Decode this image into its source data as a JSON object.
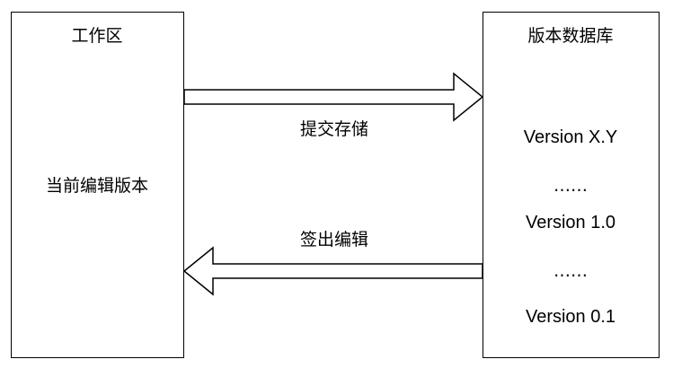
{
  "workspace": {
    "title": "工作区",
    "content": "当前编辑版本"
  },
  "repository": {
    "title": "版本数据库",
    "versions": [
      "Version X.Y",
      "……",
      "Version 1.0",
      "……",
      "Version 0.1"
    ]
  },
  "arrows": {
    "commit_label": "提交存储",
    "checkout_label": "签出编辑"
  }
}
